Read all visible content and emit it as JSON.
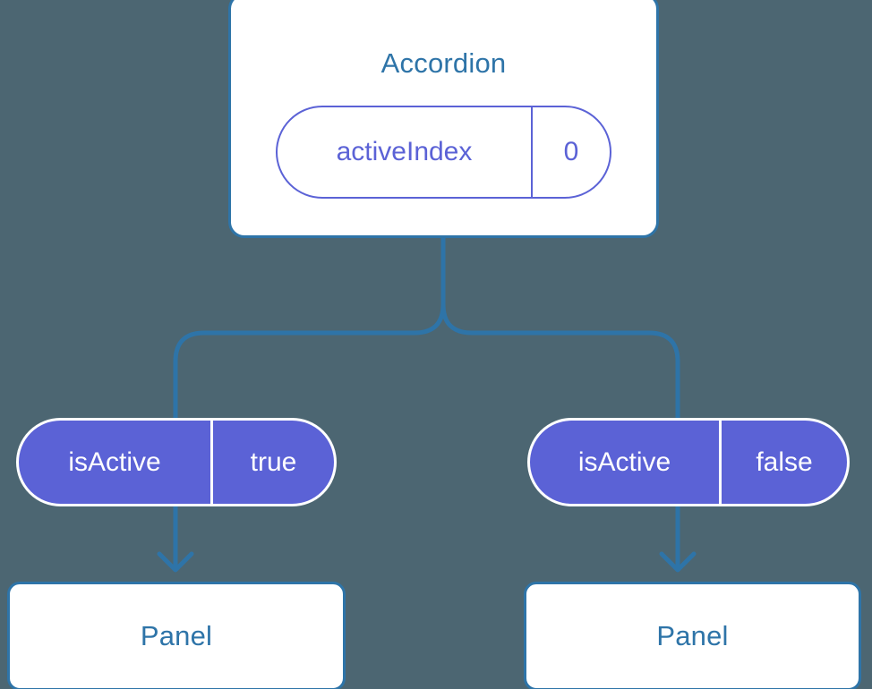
{
  "theme": {
    "background": "#4c6672",
    "card_background": "#ffffff",
    "card_border": "#2e74a8",
    "title_text": "#2e74a8",
    "prop_accent": "#5b62d6",
    "prop_filled_text": "#ffffff",
    "connector_stroke": "#2e74a8"
  },
  "diagram": {
    "type": "component-tree",
    "root": {
      "title": "Accordion",
      "prop": {
        "key": "activeIndex",
        "value": "0",
        "style": "outlined"
      }
    },
    "branches": [
      {
        "side": "left",
        "prop": {
          "key": "isActive",
          "value": "true",
          "style": "filled"
        },
        "child": {
          "title": "Panel"
        }
      },
      {
        "side": "right",
        "prop": {
          "key": "isActive",
          "value": "false",
          "style": "filled"
        },
        "child": {
          "title": "Panel"
        }
      }
    ]
  }
}
